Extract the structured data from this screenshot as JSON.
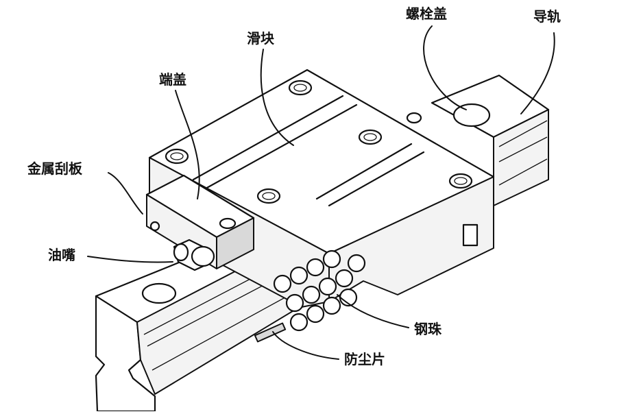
{
  "labels": {
    "bolt_cap": "螺栓盖",
    "rail": "导轨",
    "slider": "滑块",
    "end_cap": "端盖",
    "metal_scraper": "金属刮板",
    "grease_nipple": "油嘴",
    "steel_balls": "钢珠",
    "dust_strip": "防尘片"
  }
}
